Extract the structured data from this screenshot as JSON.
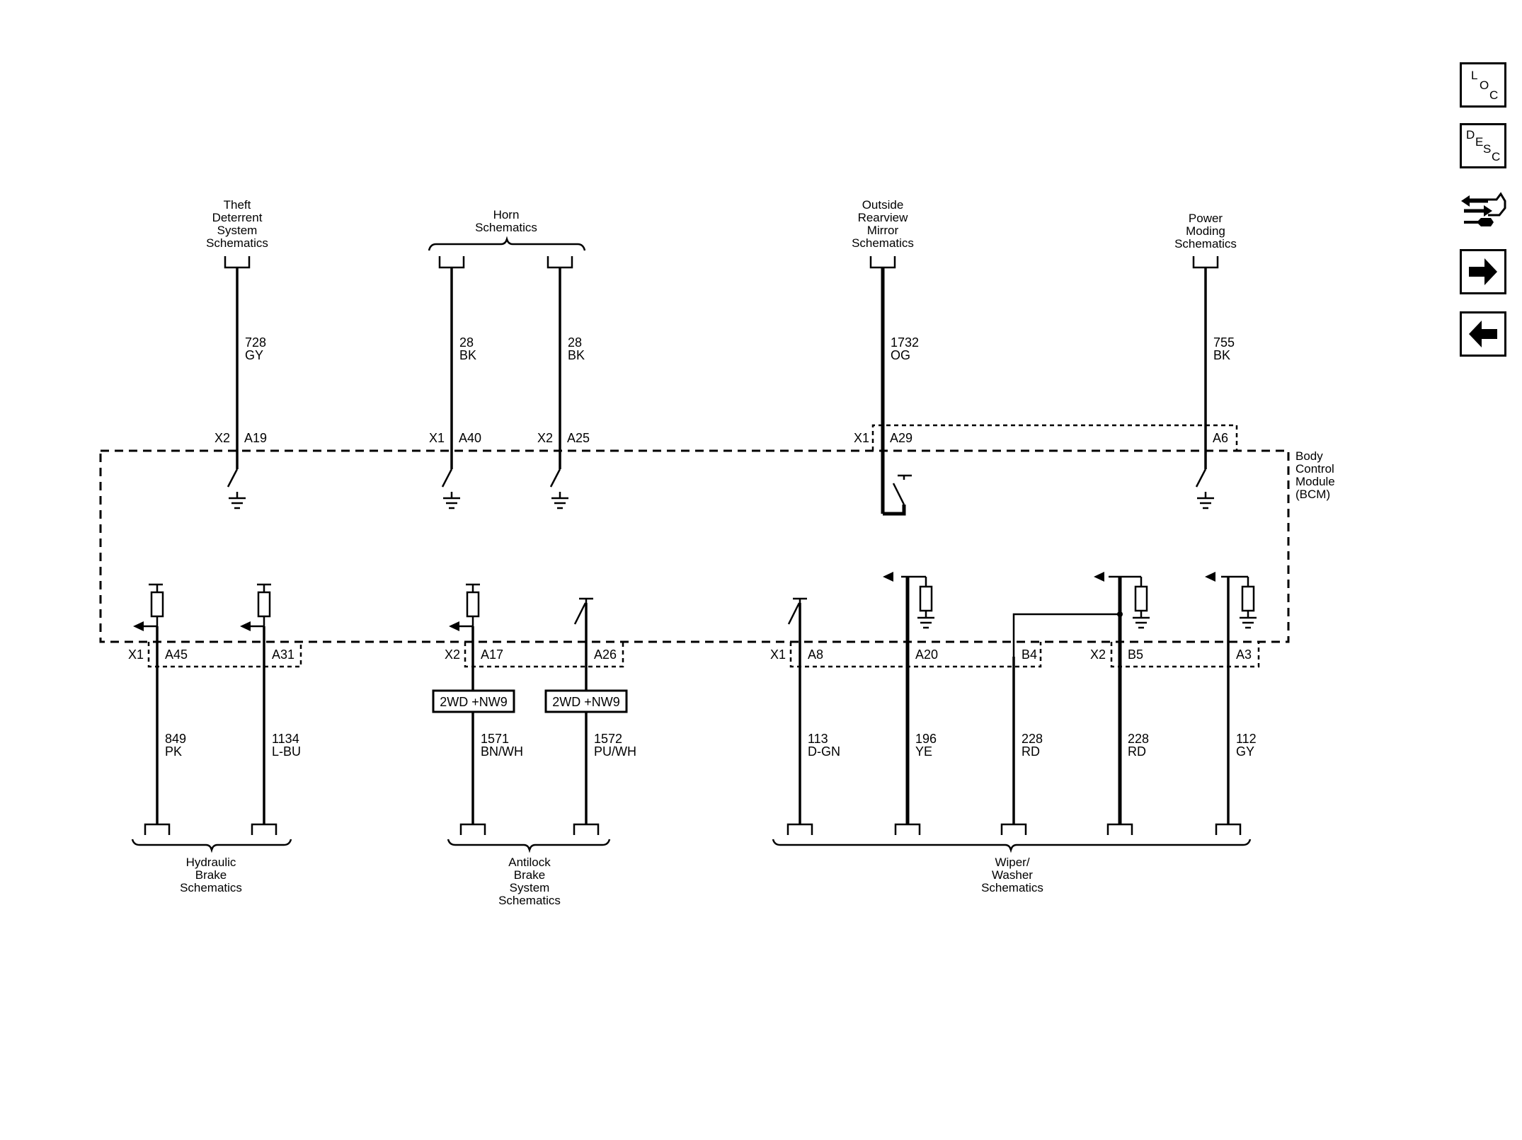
{
  "module": {
    "label": [
      "Body",
      "Control",
      "Module",
      "(BCM)"
    ]
  },
  "top_destinations": [
    {
      "id": "theft",
      "label": [
        "Theft",
        "Deterrent",
        "System",
        "Schematics"
      ]
    },
    {
      "id": "horn",
      "label": [
        "Horn",
        "Schematics"
      ]
    },
    {
      "id": "mirror",
      "label": [
        "Outside",
        "Rearview",
        "Mirror",
        "Schematics"
      ]
    },
    {
      "id": "power",
      "label": [
        "Power",
        "Moding",
        "Schematics"
      ]
    }
  ],
  "top_circuits": [
    {
      "circuit": "728",
      "color": "GY",
      "connector": "X2",
      "pin": "A19"
    },
    {
      "circuit": "28",
      "color": "BK",
      "connector": "X1",
      "pin": "A40"
    },
    {
      "circuit": "28",
      "color": "BK",
      "connector": "X2",
      "pin": "A25"
    },
    {
      "circuit": "1732",
      "color": "OG",
      "connector": "X1",
      "pin": "A29"
    },
    {
      "circuit": "755",
      "color": "BK",
      "connector": "",
      "pin": "A6"
    }
  ],
  "bottom_circuits": [
    {
      "circuit": "849",
      "color": "PK",
      "connector": "X1",
      "pin": "A45"
    },
    {
      "circuit": "1134",
      "color": "L-BU",
      "connector": "",
      "pin": "A31"
    },
    {
      "circuit": "1571",
      "color": "BN/WH",
      "connector": "X2",
      "pin": "A17",
      "option": "2WD +NW9"
    },
    {
      "circuit": "1572",
      "color": "PU/WH",
      "connector": "",
      "pin": "A26",
      "option": "2WD +NW9"
    },
    {
      "circuit": "113",
      "color": "D-GN",
      "connector": "X1",
      "pin": "A8"
    },
    {
      "circuit": "196",
      "color": "YE",
      "connector": "",
      "pin": "A20"
    },
    {
      "circuit": "228",
      "color": "RD",
      "connector": "",
      "pin": "B4"
    },
    {
      "circuit": "228",
      "color": "RD",
      "connector": "X2",
      "pin": "B5"
    },
    {
      "circuit": "112",
      "color": "GY",
      "connector": "",
      "pin": "A3"
    }
  ],
  "bottom_destinations": [
    {
      "id": "hydraulic",
      "label": [
        "Hydraulic",
        "Brake",
        "Schematics"
      ]
    },
    {
      "id": "abs",
      "label": [
        "Antilock",
        "Brake",
        "System",
        "Schematics"
      ]
    },
    {
      "id": "wiper",
      "label": [
        "Wiper/",
        "Washer",
        "Schematics"
      ]
    }
  ],
  "nav": {
    "loc": [
      "L",
      "O",
      "C"
    ],
    "desc": [
      "D",
      "E",
      "S",
      "C"
    ],
    "connector_icon": "connector-end-view-icon",
    "next_icon": "arrow-right-icon",
    "prev_icon": "arrow-left-icon"
  }
}
